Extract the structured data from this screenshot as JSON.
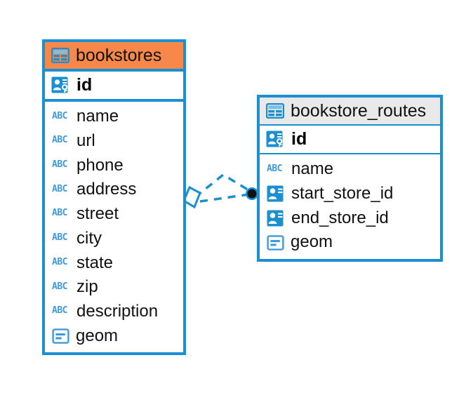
{
  "diagram": {
    "type": "entity-relationship-diagram",
    "background": "#ffffff",
    "accent_blue": "#1a8fd1",
    "icon_blue": "#3f9ada",
    "header_orange": "#f8874a",
    "header_gray": "#e9e9e9"
  },
  "entities": [
    {
      "name": "bookstores",
      "header_style": "orange",
      "table_icon": "table-icon",
      "primary_key": {
        "label": "id",
        "icon": "primary-key-icon"
      },
      "fields": [
        {
          "label": "name",
          "icon": "abc-text-icon",
          "icon_text": "ABC"
        },
        {
          "label": "url",
          "icon": "abc-text-icon",
          "icon_text": "ABC"
        },
        {
          "label": "phone",
          "icon": "abc-text-icon",
          "icon_text": "ABC"
        },
        {
          "label": "address",
          "icon": "abc-text-icon",
          "icon_text": "ABC"
        },
        {
          "label": "street",
          "icon": "abc-text-icon",
          "icon_text": "ABC"
        },
        {
          "label": "city",
          "icon": "abc-text-icon",
          "icon_text": "ABC"
        },
        {
          "label": "state",
          "icon": "abc-text-icon",
          "icon_text": "ABC"
        },
        {
          "label": "zip",
          "icon": "abc-text-icon",
          "icon_text": "ABC"
        },
        {
          "label": "description",
          "icon": "abc-text-icon",
          "icon_text": "ABC"
        },
        {
          "label": "geom",
          "icon": "geometry-icon",
          "icon_text": ""
        }
      ]
    },
    {
      "name": "bookstore_routes",
      "header_style": "gray",
      "table_icon": "table-icon",
      "primary_key": {
        "label": "id",
        "icon": "primary-key-icon"
      },
      "fields": [
        {
          "label": "name",
          "icon": "abc-text-icon",
          "icon_text": "ABC"
        },
        {
          "label": "start_store_id",
          "icon": "foreign-key-icon",
          "icon_text": ""
        },
        {
          "label": "end_store_id",
          "icon": "foreign-key-icon",
          "icon_text": ""
        },
        {
          "label": "geom",
          "icon": "geometry-icon",
          "icon_text": ""
        }
      ]
    }
  ],
  "relationships": [
    {
      "from": "bookstores",
      "to": "bookstore_routes",
      "from_marker": "diamond",
      "to_marker": "filled-circle",
      "line_style": "dashed"
    },
    {
      "from": "bookstores",
      "to": "bookstore_routes",
      "from_marker": "diamond",
      "to_marker": "filled-circle",
      "line_style": "dashed"
    }
  ]
}
